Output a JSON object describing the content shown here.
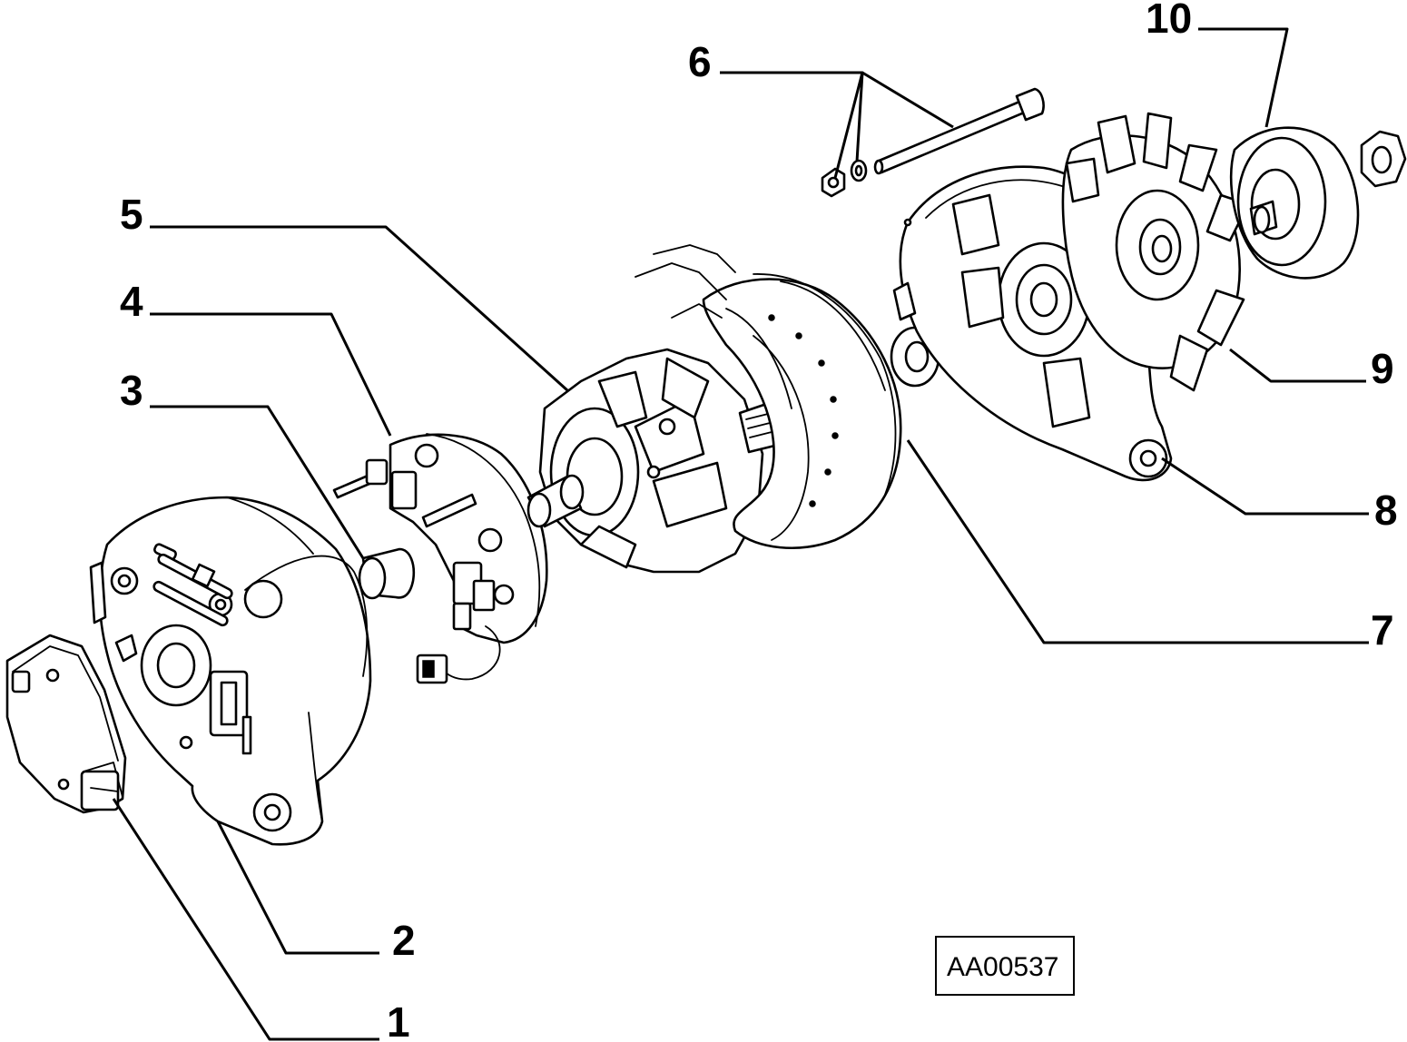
{
  "drawing_code": "AA00537",
  "labels": {
    "p1": "1",
    "p2": "2",
    "p3": "3",
    "p4": "4",
    "p5": "5",
    "p6": "6",
    "p7": "7",
    "p8": "8",
    "p9": "9",
    "p10": "10"
  }
}
